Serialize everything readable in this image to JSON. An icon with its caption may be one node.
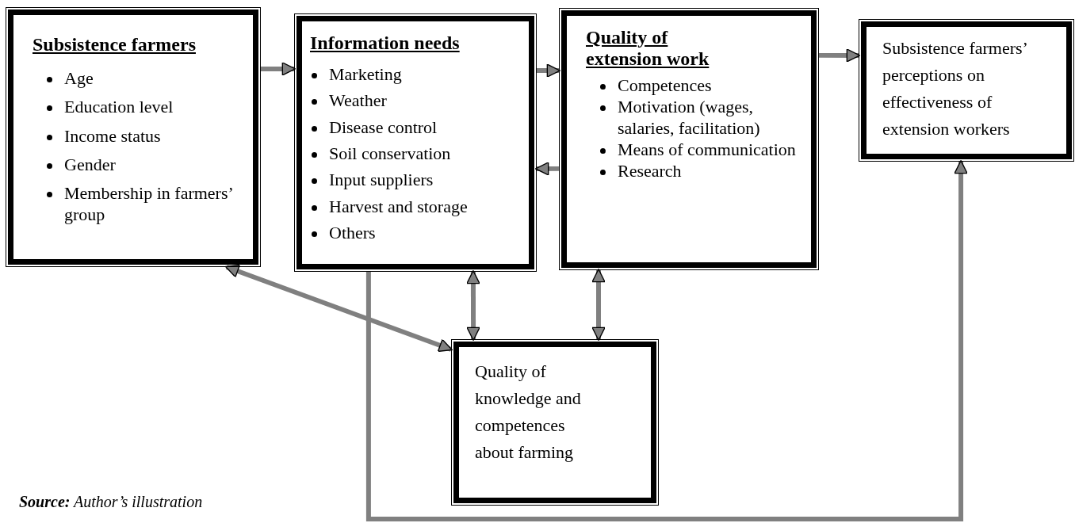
{
  "diagram": {
    "caption": "**Source:** Author’s illustration",
    "nodes": [
      {
        "text": [
          "Subsistence farmers",
          "Age",
          "Education level",
          "Income status",
          "Gender",
          "Membership in farmers’ group"
        ]
      },
      {
        "text": [
          "Information needs",
          "Marketing",
          "Weather",
          "Disease control",
          "Soil conservation",
          "Input suppliers",
          "Harvest and storage",
          "Others"
        ]
      },
      {
        "text": [
          "Quality of extension work",
          "Competences",
          "Motivation (wages, salaries, facilitation)",
          "Means of communication",
          "Research"
        ]
      },
      {
        "text": [
          "Subsistence farmers’ perceptions on effectiveness of extension workers"
        ]
      },
      {
        "text": [
          "Quality of knowledge and competences about farming"
        ]
      }
    ],
    "edges": [
      {
        "from": 0,
        "to": 1,
        "arrow": "to"
      },
      {
        "from": 1,
        "to": 2,
        "arrow": "to"
      },
      {
        "from": 2,
        "to": 1,
        "arrow": "to"
      },
      {
        "from": 2,
        "to": 3,
        "arrow": "to"
      },
      {
        "from": 1,
        "to": 4,
        "arrow": "both"
      },
      {
        "from": 2,
        "to": 4,
        "arrow": "both"
      },
      {
        "from": 0,
        "to": 4,
        "arrow": "both"
      },
      {
        "from": 1,
        "to": 3,
        "arrow": "to"
      }
    ]
  }
}
